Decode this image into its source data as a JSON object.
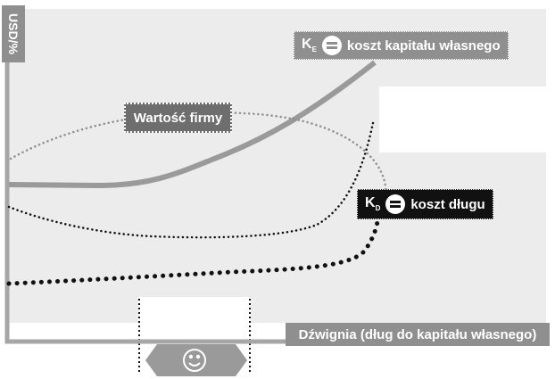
{
  "y_axis": {
    "label": "USD/%"
  },
  "x_axis": {
    "label": "Dźwignia (dług do kapitału własnego)"
  },
  "cost_of_equity": {
    "symbol": "K",
    "subscript": "E",
    "label": "koszt kapitału własnego",
    "color": "#9a9a9a"
  },
  "cost_of_debt": {
    "symbol": "K",
    "subscript": "D",
    "label": "koszt długu",
    "color": "#111111"
  },
  "firm_value": {
    "label": "Wartość firmy"
  },
  "optimum_zone": {
    "icon": "smiley-icon",
    "color": "#9a9a9a"
  },
  "colors": {
    "panel": "#ececec",
    "axis": "#a6a6a6",
    "label_bg": "#8f8f8f"
  }
}
